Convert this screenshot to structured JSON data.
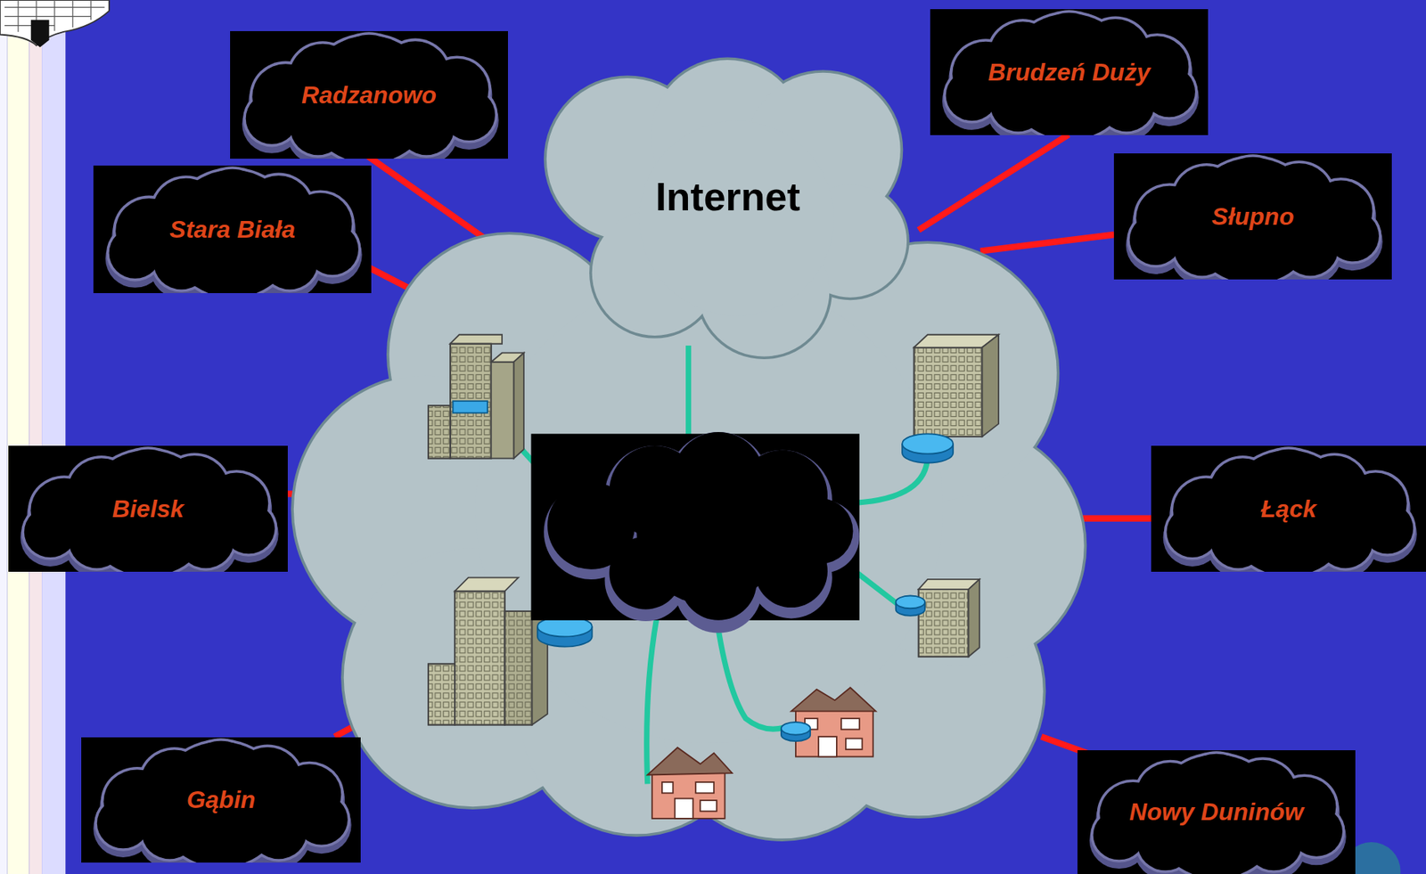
{
  "diagram": {
    "nodes": [
      {
        "text": [
          "Radzanowo"
        ]
      },
      {
        "text": [
          "Brudzeń Duży"
        ]
      },
      {
        "text": [
          "Stara Biała"
        ]
      },
      {
        "text": [
          "Słupno"
        ]
      },
      {
        "text": [
          "Internet"
        ]
      },
      {
        "text": [
          "Bielsk"
        ]
      },
      {
        "text": [
          "Łąck"
        ]
      },
      {
        "text": [
          "Gąbin"
        ]
      },
      {
        "text": [
          "Nowy Duninów"
        ]
      }
    ]
  }
}
